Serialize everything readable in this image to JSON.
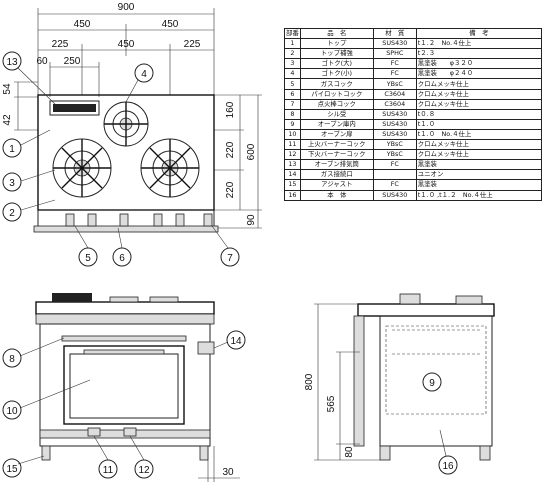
{
  "top_view": {
    "dims_top": [
      "900",
      "450",
      "450",
      "225",
      "450",
      "225",
      "60",
      "250"
    ],
    "dims_left": [
      "54",
      "42"
    ],
    "dims_right": [
      "160",
      "220",
      "220",
      "600",
      "90"
    ]
  },
  "front_view": {
    "dims": [
      "30"
    ]
  },
  "side_view": {
    "dims": [
      "800",
      "565",
      "80"
    ]
  },
  "balloons": [
    "1",
    "2",
    "3",
    "4",
    "5",
    "6",
    "7",
    "8",
    "9",
    "10",
    "11",
    "12",
    "13",
    "14",
    "15",
    "16"
  ],
  "parts_table": {
    "headers": [
      "部番",
      "品　名",
      "材　質",
      "備　考"
    ],
    "rows": [
      {
        "no": "1",
        "name": "トップ",
        "material": "SUS430",
        "remark": "t１.２　No.４仕上"
      },
      {
        "no": "2",
        "name": "トップ補強",
        "material": "SPHC",
        "remark": "t２.３"
      },
      {
        "no": "3",
        "name": "ゴトク(大)",
        "material": "FC",
        "remark": "黒塗装　　φ３２０"
      },
      {
        "no": "4",
        "name": "ゴトク(小)",
        "material": "FC",
        "remark": "黒塗装　　φ２４０"
      },
      {
        "no": "5",
        "name": "ガスコック",
        "material": "YBsC",
        "remark": "クロムメッキ仕上"
      },
      {
        "no": "6",
        "name": "パイロットコック",
        "material": "C3604",
        "remark": "クロムメッキ仕上"
      },
      {
        "no": "7",
        "name": "点火棒コック",
        "material": "C3604",
        "remark": "クロムメッキ仕上"
      },
      {
        "no": "8",
        "name": "シル受",
        "material": "SUS430",
        "remark": "t０.８"
      },
      {
        "no": "9",
        "name": "オーブン庫内",
        "material": "SUS430",
        "remark": "t１.０"
      },
      {
        "no": "10",
        "name": "オーブン扉",
        "material": "SUS430",
        "remark": "t１.０　No.４仕上"
      },
      {
        "no": "11",
        "name": "上火バーナーコック",
        "material": "YBsC",
        "remark": "クロムメッキ仕上"
      },
      {
        "no": "12",
        "name": "下火バーナーコック",
        "material": "YBsC",
        "remark": "クロムメッキ仕上"
      },
      {
        "no": "13",
        "name": "オーブン排気筒",
        "material": "FC",
        "remark": "黒塗装"
      },
      {
        "no": "14",
        "name": "ガス接続口",
        "material": "",
        "remark": "ユニオン"
      },
      {
        "no": "15",
        "name": "アジャスト",
        "material": "FC",
        "remark": "黒塗装"
      },
      {
        "no": "16",
        "name": "本　体",
        "material": "SUS430",
        "remark": "t１.０ ,t１.２　No.４仕上"
      }
    ]
  }
}
